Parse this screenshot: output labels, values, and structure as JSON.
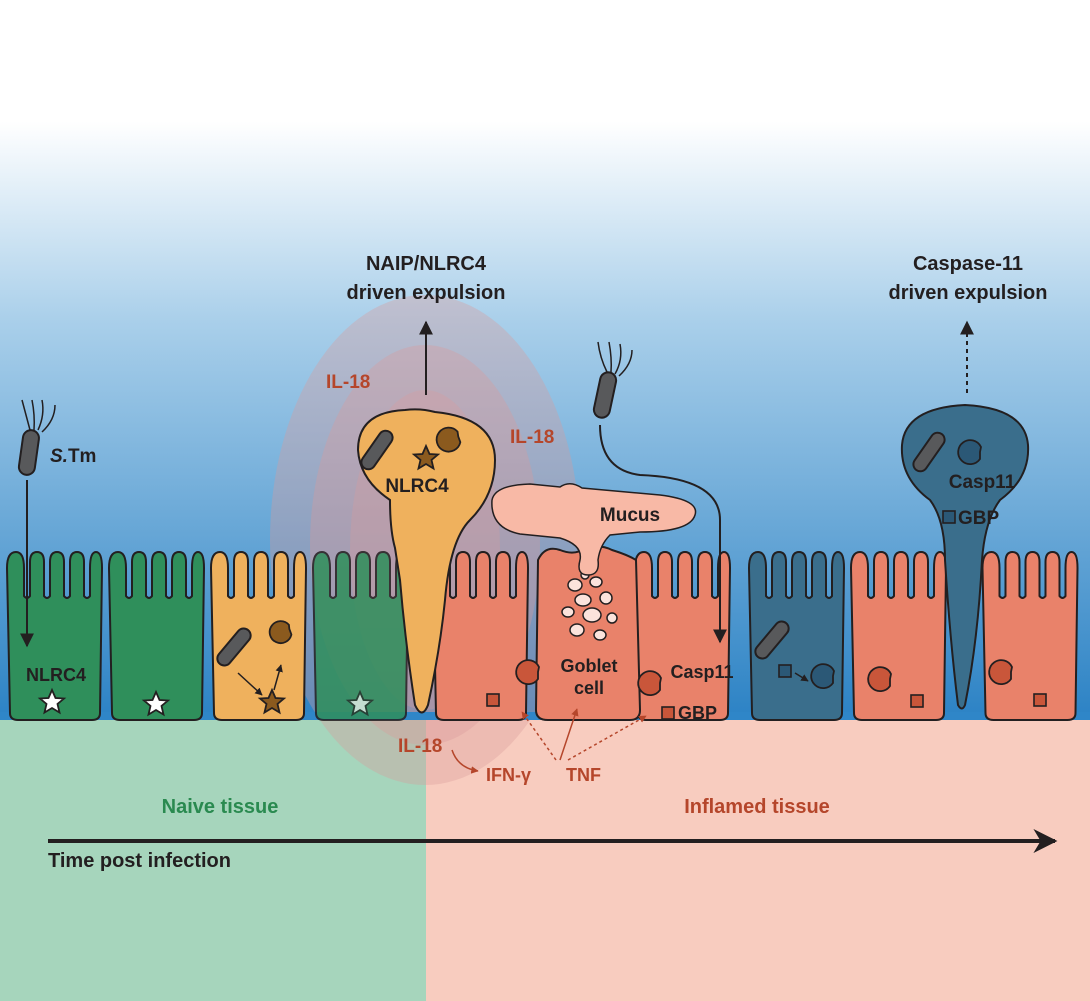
{
  "labels": {
    "naip_title_line1": "NAIP/NLRC4",
    "naip_title_line2": "driven expulsion",
    "casp_title_line1": "Caspase-11",
    "casp_title_line2": "driven expulsion",
    "stm_italic": "S.",
    "stm_rest": "Tm",
    "il18_top": "IL-18",
    "il18_right": "IL-18",
    "il18_bottom": "IL-18",
    "nlrc4_expelled": "NLRC4",
    "nlrc4_left": "NLRC4",
    "mucus": "Mucus",
    "goblet_line1": "Goblet",
    "goblet_line2": "cell",
    "casp11_cell": "Casp11",
    "gbp_cell": "GBP",
    "casp11_blue": "Casp11",
    "gbp_blue": "GBP",
    "ifn": "IFN-γ",
    "tnf": "TNF",
    "naive_tissue": "Naive tissue",
    "inflamed_tissue": "Inflamed tissue",
    "time_axis": "Time post infection"
  },
  "colors": {
    "naive_cell": "#2f8f5b",
    "naip_cell": "#efb15d",
    "inflamed_cell": "#e9826a",
    "casp11_cell": "#3a6e8c",
    "naive_background": "#a6d5bc",
    "inflamed_background": "#f8ccbf",
    "red_text": "#b5462b",
    "green_text": "#2a8a50",
    "lumen_blue": "#2f86c8"
  }
}
